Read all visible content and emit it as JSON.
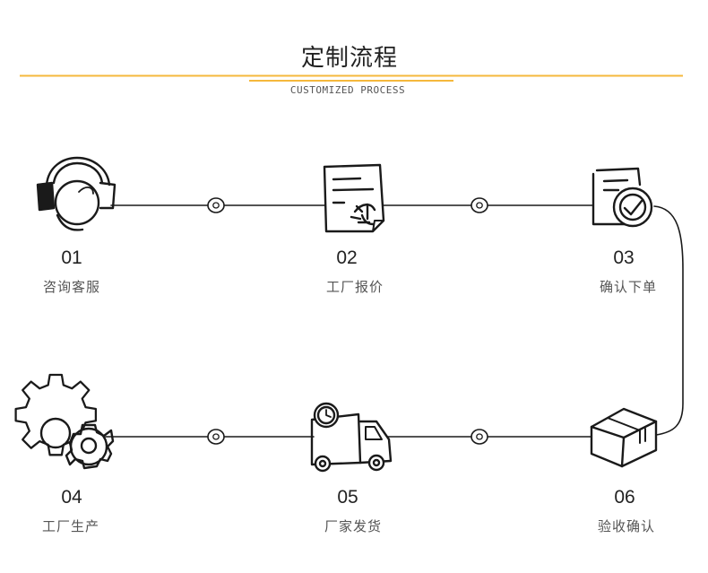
{
  "header": {
    "title": "定制流程",
    "subtitle": "CUSTOMIZED PROCESS",
    "accent_color": "#F5B83C"
  },
  "steps": [
    {
      "number": "01",
      "label": "咨询客服",
      "icon": "headset-icon"
    },
    {
      "number": "02",
      "label": "工厂报价",
      "icon": "quote-document-icon"
    },
    {
      "number": "03",
      "label": "确认下单",
      "icon": "order-confirm-icon"
    },
    {
      "number": "04",
      "label": "工厂生产",
      "icon": "gears-icon"
    },
    {
      "number": "05",
      "label": "厂家发货",
      "icon": "delivery-truck-icon"
    },
    {
      "number": "06",
      "label": "验收确认",
      "icon": "package-box-icon"
    }
  ]
}
